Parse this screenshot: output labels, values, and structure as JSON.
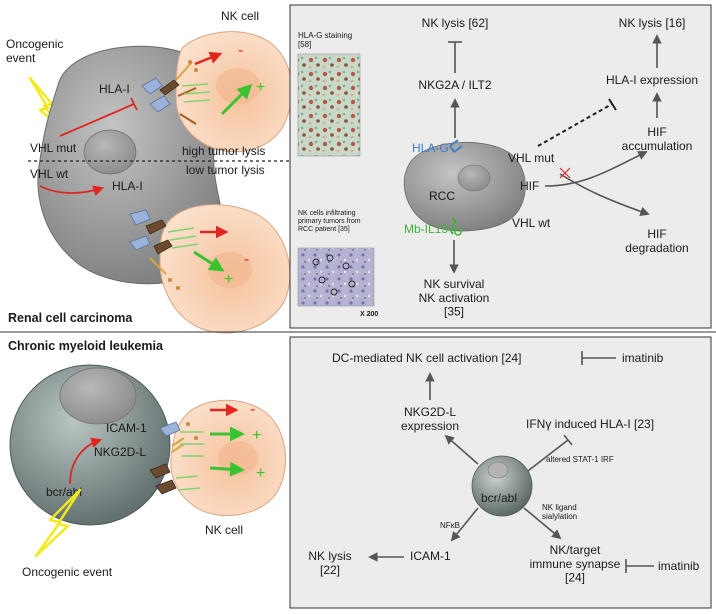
{
  "colors": {
    "panel_fill": "#ececec",
    "cell_gray": "#9a9a9a",
    "nk_cell": "#f7c9a7",
    "red_arrow": "#e2251f",
    "green_arrow": "#39c42f",
    "oncogenic_bolt": "#f2ea1c",
    "hla_g_blue": "#3d7ecb",
    "mb_il15_green": "#3fb23a"
  },
  "rcc": {
    "section_title": "Renal cell carcinoma",
    "left": {
      "oncogenic_event": "Oncogenic\nevent",
      "nk_cell": "NK cell",
      "hla_i_top": "HLA-I",
      "vhl_mut": "VHL mut",
      "vhl_wt": "VHL wt",
      "hla_i_bottom": "HLA-I",
      "high_tumor_lysis": "high tumor lysis",
      "low_tumor_lysis": "low tumor lysis",
      "plus": "+",
      "minus": "-"
    },
    "panel": {
      "hla_g_staining": "HLA-G staining\n[58]",
      "nk_lysis_62": "NK lysis [62]",
      "nkg2a_ilt2": "NKG2A / ILT2",
      "hla_g": "HLA-G",
      "rcc": "RCC",
      "mb_il15": "Mb-IL15",
      "nk_infiltrating": "NK cells infiltrating\nprimary tumors from\nRCC patient [35]",
      "magnification": "X 200",
      "nk_survival": "NK survival\nNK activation\n[35]",
      "nk_lysis_16": "NK lysis [16]",
      "hla_i_expression": "HLA-I expression",
      "hif_accumulation": "HIF\naccumulation",
      "vhl_mut": "VHL mut",
      "hif": "HIF",
      "vhl_wt": "VHL wt",
      "hif_degradation": "HIF\ndegradation"
    }
  },
  "cml": {
    "section_title": "Chronic myeloid leukemia",
    "left": {
      "icam1": "ICAM-1",
      "nkg2dl": "NKG2D-L",
      "bcr_abl": "bcr/abl",
      "oncogenic_event": "Oncogenic event",
      "nk_cell": "NK cell",
      "plus": "+",
      "minus": "-"
    },
    "panel": {
      "dc_mediated": "DC-mediated NK cell activation [24]",
      "imatinib_top": "imatinib",
      "nkg2dl_expression": "NKG2D-L\nexpression",
      "ifng": "IFNγ induced HLA-I [23]",
      "altered_stat": "altered STAT-1 IRF",
      "bcr_abl": "bcr/abl",
      "nfkb": "NFκB",
      "nk_ligand": "NK ligand\nsialylation",
      "nk_lysis_22": "NK lysis\n[22]",
      "icam1": "ICAM-1",
      "nk_target": "NK/target\nimmune synapse\n[24]",
      "imatinib_bottom": "imatinib"
    }
  }
}
